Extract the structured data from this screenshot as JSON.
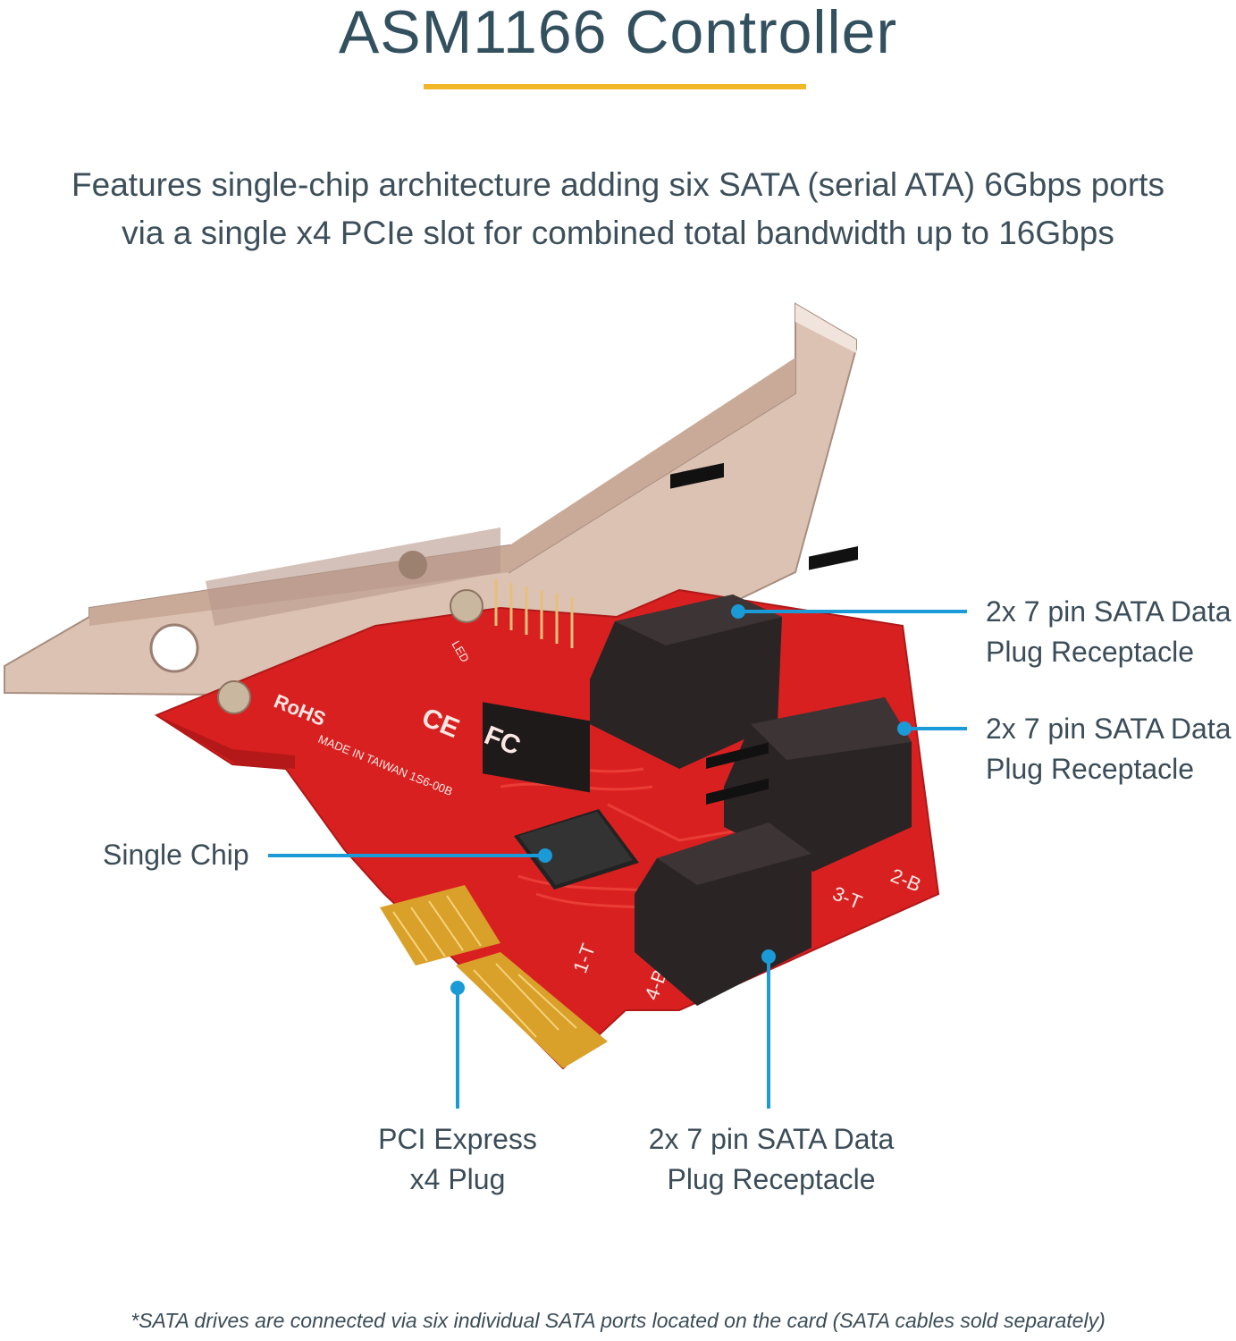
{
  "title": "ASM1166 Controller",
  "subtitle": {
    "line1": "Features single-chip architecture adding six SATA (serial ATA) 6Gbps ports",
    "line2": "via a single x4 PCIe slot for combined total bandwidth up to 16Gbps"
  },
  "callouts": {
    "sata_top": {
      "line1": "2x 7 pin SATA Data",
      "line2": "Plug Receptacle"
    },
    "sata_middle": {
      "line1": "2x 7 pin SATA Data",
      "line2": "Plug Receptacle"
    },
    "single_chip": "Single Chip",
    "pcie_plug": {
      "line1": "PCI Express",
      "line2": "x4 Plug"
    },
    "sata_bottom": {
      "line1": "2x 7 pin SATA Data",
      "line2": "Plug Receptacle"
    }
  },
  "board_markings": {
    "rohs": "RoHS",
    "ce": "CE",
    "fcc": "FC",
    "made_in": "MADE IN TAIWAN 1S6-00B",
    "port_a": "2-B",
    "port_b": "3-T",
    "port_c": "4-B",
    "port_d": "1-T",
    "led": "LED"
  },
  "footnote": "*SATA drives are connected via six individual SATA ports located on the card (SATA cables sold separately)",
  "colors": {
    "accent": "#f2b629",
    "callout_line": "#1a9ad6",
    "pcb_red": "#d92020",
    "bracket_metal": "#d9b8a4",
    "connector_black": "#2a2424",
    "gold_contacts": "#d9a02a"
  }
}
